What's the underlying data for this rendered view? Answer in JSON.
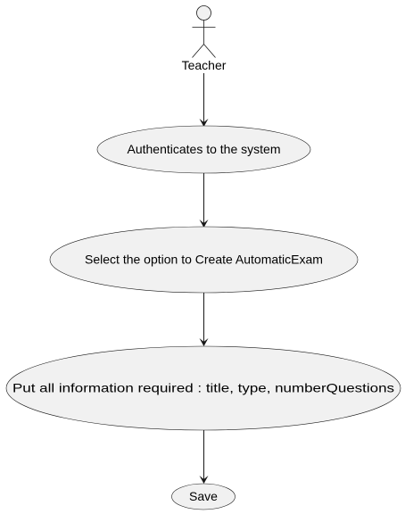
{
  "diagram": {
    "type": "use-case-sequence",
    "actor": {
      "label": "Teacher",
      "icon": "stick-figure-icon"
    },
    "use_cases": [
      {
        "label": "Authenticates to the system"
      },
      {
        "label": "Select the option to Create AutomaticExam"
      },
      {
        "label": "Put all information required : title, type, numberQuestions"
      },
      {
        "label": "Save"
      }
    ],
    "colors": {
      "node_fill": "#f1f1f1",
      "node_stroke": "#181818",
      "arrow": "#181818",
      "text": "#000000"
    }
  }
}
